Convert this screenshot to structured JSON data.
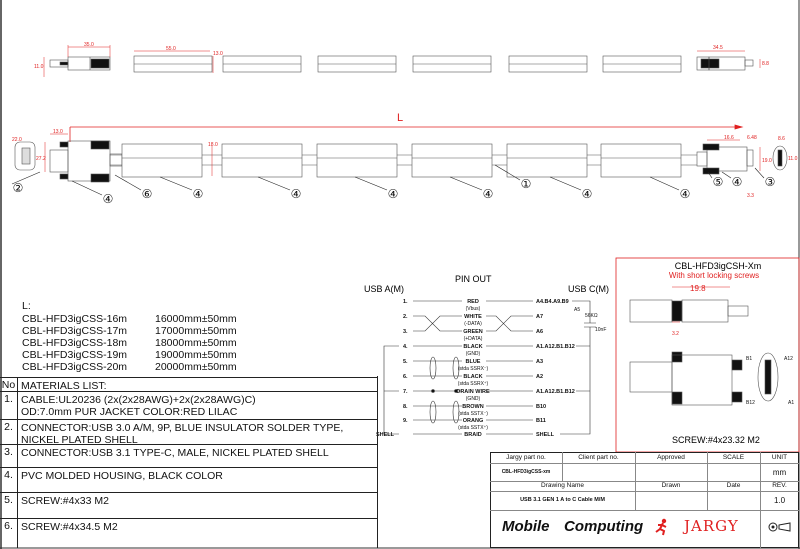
{
  "drawing": {
    "top_dims": {
      "a_len": "35.0",
      "a_height": "11.0",
      "seg_len": "55.0",
      "seg_height": "13.0",
      "c_len": "34.5",
      "c_height": "8.8"
    },
    "main_dims": {
      "length_label": "L",
      "a_offset": "13.0",
      "a_width": "27.2",
      "a_face": "22.0",
      "seg_height": "18.0",
      "c_len": "16.6",
      "c_off": "6.48",
      "c_height": "19.0",
      "c_face": "11.0",
      "c_small": "3.3",
      "c_face_w": "8.6"
    },
    "callouts": [
      "②",
      "④",
      "⑥",
      "④",
      "④",
      "④",
      "④",
      "①",
      "④",
      "④",
      "⑤",
      "④",
      "③"
    ]
  },
  "length_table": {
    "title": "L:",
    "rows": [
      {
        "part": "CBL-HFD3igCSS-16m",
        "length": "16000mm±50mm"
      },
      {
        "part": "CBL-HFD3igCSS-17m",
        "length": "17000mm±50mm"
      },
      {
        "part": "CBL-HFD3igCSS-18m",
        "length": "18000mm±50mm"
      },
      {
        "part": "CBL-HFD3igCSS-19m",
        "length": "19000mm±50mm"
      },
      {
        "part": "CBL-HFD3igCSS-20m",
        "length": "20000mm±50mm"
      }
    ]
  },
  "materials": {
    "header_no": "No",
    "header": "MATERIALS LIST:",
    "items": [
      {
        "no": "1.",
        "line1": "CABLE:UL20236 (2x(2x28AWG)+2x(2x28AWG)C)",
        "line2": "OD:7.0mm  PUR JACKET COLOR:RED LILAC"
      },
      {
        "no": "2.",
        "line1": "CONNECTOR:USB 3.0 A/M, 9P, BLUE INSULATOR SOLDER TYPE,",
        "line2": "NICKEL PLATED SHELL"
      },
      {
        "no": "3.",
        "line1": "CONNECTOR:USB 3.1 TYPE-C, MALE, NICKEL PLATED SHELL",
        "line2": ""
      },
      {
        "no": "4.",
        "line1": "PVC MOLDED HOUSING, BLACK COLOR",
        "line2": ""
      },
      {
        "no": "5.",
        "line1": "SCREW:#4x33 M2",
        "line2": ""
      },
      {
        "no": "6.",
        "line1": "SCREW:#4x34.5 M2",
        "line2": ""
      }
    ]
  },
  "pinout": {
    "title": "PIN OUT",
    "left_title": "USB A(M)",
    "right_title": "USB C(M)",
    "rows": [
      {
        "pin": "1.",
        "wire": "RED",
        "sub": "(Vbus)",
        "c": "A4.B4.A9.B9"
      },
      {
        "pin": "2.",
        "wire": "WHITE",
        "sub": "(-DATA)",
        "c": "A7"
      },
      {
        "pin": "3.",
        "wire": "GREEN",
        "sub": "(+DATA)",
        "c": "A6"
      },
      {
        "pin": "4.",
        "wire": "BLACK",
        "sub": "(GND)",
        "c": "A1.A12.B1.B12"
      },
      {
        "pin": "5.",
        "wire": "BLUE",
        "sub": "(stda SSRX⁻)",
        "c": "A3"
      },
      {
        "pin": "6.",
        "wire": "BLACK",
        "sub": "(stda SSRX⁺)",
        "c": "A2"
      },
      {
        "pin": "7.",
        "wire": "DRAIN WIRE",
        "sub": "(GND)",
        "c": "A1.A12.B1.B12"
      },
      {
        "pin": "8.",
        "wire": "BROWN",
        "sub": "(stda SSTX⁻)",
        "c": "B10"
      },
      {
        "pin": "9.",
        "wire": "ORANG",
        "sub": "(stda SSTX⁺)",
        "c": "B11"
      },
      {
        "pin": "SHELL",
        "wire": "BRAID",
        "sub": "",
        "c": "SHELL"
      }
    ],
    "resistor_pin": "A5",
    "resistor": "56KΩ",
    "capacitor": "10nF"
  },
  "variant": {
    "title": "CBL-HFD3igCSH-Xm",
    "subtitle": "With short locking screws",
    "dim_len": "19.8",
    "dim_h": "3.2",
    "pins": [
      "B1",
      "A12",
      "B12",
      "A1"
    ],
    "screw": "SCREW:#4x23.32 M2",
    "accent": "#e02020"
  },
  "title_block": {
    "headers": [
      "Jargy part no.",
      "Client part no.",
      "Approved",
      "SCALE",
      "UNIT"
    ],
    "part_no": "CBL-HFD3igCSS-xm",
    "unit": "mm",
    "headers2": [
      "Drawing Name",
      "Drawn",
      "Date",
      "REV."
    ],
    "drawing_name": "USB 3.1 GEN 1 A to C Cable M/M",
    "rev": "1.0",
    "logo_mobile": "Mobile",
    "logo_computing": "Computing",
    "logo_jargy": "JARGY"
  }
}
